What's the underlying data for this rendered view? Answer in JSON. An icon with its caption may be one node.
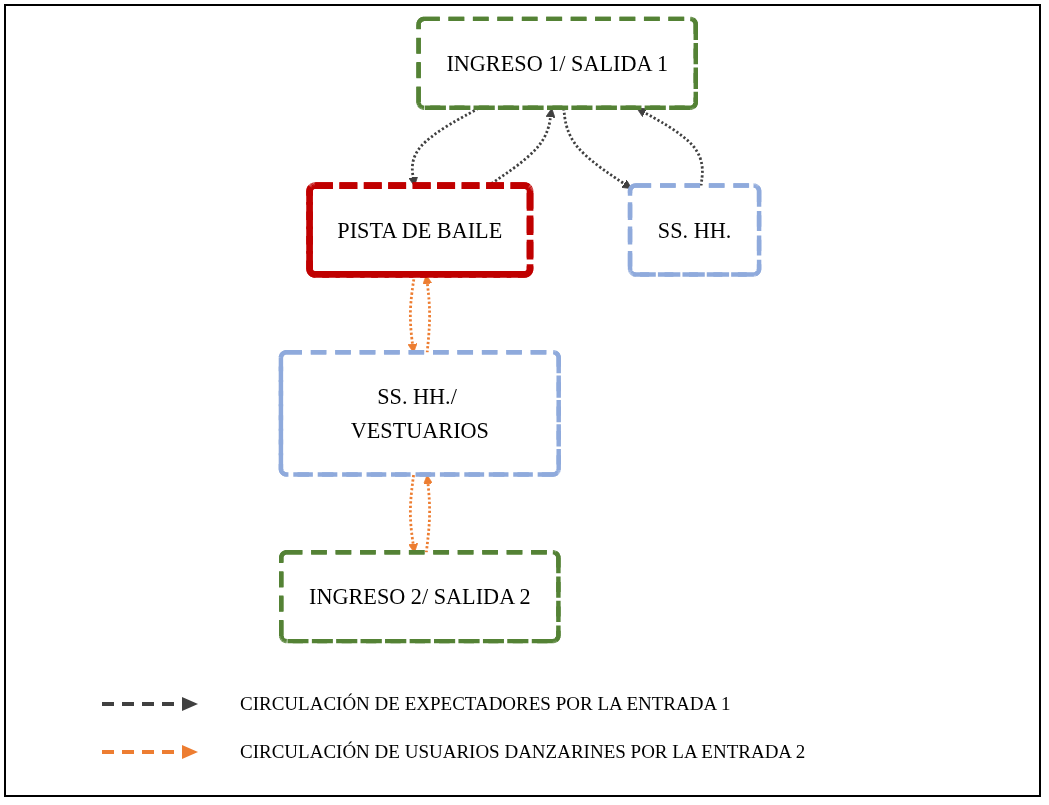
{
  "diagram": {
    "nodes": [
      {
        "text": [
          "INGRESO 1/ SALIDA 1"
        ]
      },
      {
        "text": [
          "PISTA DE BAILE"
        ]
      },
      {
        "text": [
          "SS. HH."
        ]
      },
      {
        "text": [
          "SS. HH./ VESTUARIOS"
        ]
      },
      {
        "text": [
          "INGRESO 2/ SALIDA 2"
        ]
      }
    ],
    "edges": [
      {
        "from": 0,
        "to": 1,
        "arrow": "to",
        "style": "dashed",
        "color": "#404040"
      },
      {
        "from": 1,
        "to": 0,
        "arrow": "to",
        "style": "dashed",
        "color": "#404040"
      },
      {
        "from": 0,
        "to": 2,
        "arrow": "to",
        "style": "dashed",
        "color": "#404040"
      },
      {
        "from": 2,
        "to": 0,
        "arrow": "to",
        "style": "dashed",
        "color": "#404040"
      },
      {
        "from": 3,
        "to": 1,
        "arrow": "to",
        "style": "dashed",
        "color": "#ed7d31"
      },
      {
        "from": 1,
        "to": 3,
        "arrow": "to",
        "style": "dashed",
        "color": "#ed7d31"
      },
      {
        "from": 4,
        "to": 3,
        "arrow": "to",
        "style": "dashed",
        "color": "#ed7d31"
      },
      {
        "from": 3,
        "to": 4,
        "arrow": "to",
        "style": "dashed",
        "color": "#ed7d31"
      }
    ],
    "legend": [
      {
        "text": "CIRCULACIÓN DE EXPECTADORES POR LA ENTRADA 1"
      },
      {
        "text": "CIRCULACIÓN DE USUARIOS DANZARINES POR LA ENTRADA 2"
      }
    ]
  }
}
